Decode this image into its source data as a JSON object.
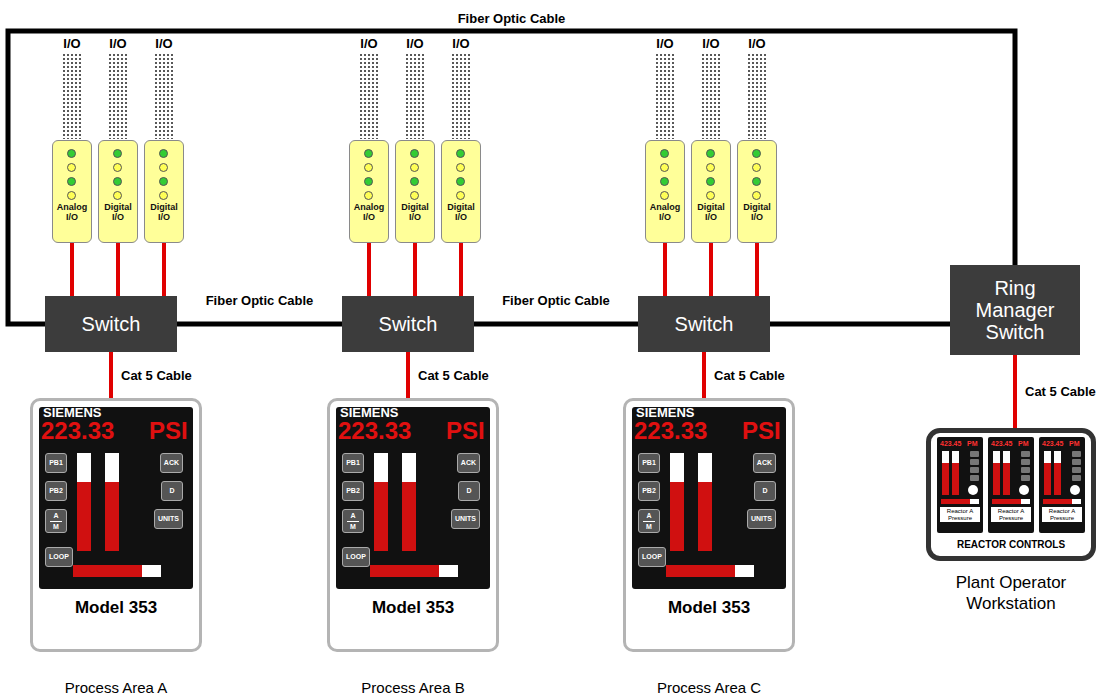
{
  "diagram": {
    "nodes": [
      {
        "text": [
          "Switch"
        ]
      },
      {
        "text": [
          "Analog I/O"
        ]
      },
      {
        "text": [
          "Digital I/O"
        ]
      },
      {
        "text": [
          "Digital I/O"
        ]
      },
      {
        "text": [
          "SIEMENS",
          "223.33",
          "PSI",
          "Model 353"
        ]
      },
      {
        "text": [
          "PB1"
        ],
        "in": 4
      },
      {
        "text": [
          "PB2"
        ],
        "in": 4
      },
      {
        "text": [
          "A",
          "M"
        ],
        "in": 4
      },
      {
        "text": [
          "LOOP"
        ],
        "in": 4
      },
      {
        "text": [
          "ACK"
        ],
        "in": 4
      },
      {
        "text": [
          "D"
        ],
        "in": 4
      },
      {
        "text": [
          "UNITS"
        ],
        "in": 4
      },
      {
        "text": [
          "Switch"
        ]
      },
      {
        "text": [
          "Analog I/O"
        ]
      },
      {
        "text": [
          "Digital I/O"
        ]
      },
      {
        "text": [
          "Digital I/O"
        ]
      },
      {
        "text": [
          "SIEMENS",
          "223.33",
          "PSI",
          "Model 353"
        ]
      },
      {
        "text": [
          "PB1"
        ],
        "in": 16
      },
      {
        "text": [
          "PB2"
        ],
        "in": 16
      },
      {
        "text": [
          "A",
          "M"
        ],
        "in": 16
      },
      {
        "text": [
          "LOOP"
        ],
        "in": 16
      },
      {
        "text": [
          "ACK"
        ],
        "in": 16
      },
      {
        "text": [
          "D"
        ],
        "in": 16
      },
      {
        "text": [
          "UNITS"
        ],
        "in": 16
      },
      {
        "text": [
          "Switch"
        ]
      },
      {
        "text": [
          "Analog I/O"
        ]
      },
      {
        "text": [
          "Digital I/O"
        ]
      },
      {
        "text": [
          "Digital I/O"
        ]
      },
      {
        "text": [
          "SIEMENS",
          "223.33",
          "PSI",
          "Model 353"
        ]
      },
      {
        "text": [
          "PB1"
        ],
        "in": 28
      },
      {
        "text": [
          "PB2"
        ],
        "in": 28
      },
      {
        "text": [
          "A",
          "M"
        ],
        "in": 28
      },
      {
        "text": [
          "LOOP"
        ],
        "in": 28
      },
      {
        "text": [
          "ACK"
        ],
        "in": 28
      },
      {
        "text": [
          "D"
        ],
        "in": 28
      },
      {
        "text": [
          "UNITS"
        ],
        "in": 28
      },
      {
        "text": [
          "Ring Manager Switch"
        ]
      },
      {
        "text": [
          "REACTOR CONTROLS",
          "Plant Operator Workstation"
        ]
      },
      {
        "text": [
          "423.45",
          "PM",
          "Reactor A Pressure"
        ],
        "in": 37
      },
      {
        "text": [
          "423.45",
          "PM",
          "Reactor A Pressure"
        ],
        "in": 37
      },
      {
        "text": [
          "423.45",
          "PM",
          "Reactor A Pressure"
        ],
        "in": 37
      }
    ],
    "edges": [
      {
        "from": 1,
        "to": 0,
        "arrow": "none"
      },
      {
        "from": 2,
        "to": 0,
        "arrow": "none"
      },
      {
        "from": 3,
        "to": 0,
        "arrow": "none"
      },
      {
        "from": 0,
        "to": 4,
        "label": "Cat 5 Cable",
        "arrow": "none"
      },
      {
        "from": 13,
        "to": 12,
        "arrow": "none"
      },
      {
        "from": 14,
        "to": 12,
        "arrow": "none"
      },
      {
        "from": 15,
        "to": 12,
        "arrow": "none"
      },
      {
        "from": 12,
        "to": 16,
        "label": "Cat 5 Cable",
        "arrow": "none"
      },
      {
        "from": 25,
        "to": 24,
        "arrow": "none"
      },
      {
        "from": 26,
        "to": 24,
        "arrow": "none"
      },
      {
        "from": 27,
        "to": 24,
        "arrow": "none"
      },
      {
        "from": 24,
        "to": 28,
        "label": "Cat 5 Cable",
        "arrow": "none"
      },
      {
        "from": 0,
        "to": 12,
        "label": "Fiber Optic Cable",
        "arrow": "none"
      },
      {
        "from": 12,
        "to": 24,
        "label": "Fiber Optic Cable",
        "arrow": "none"
      },
      {
        "from": 24,
        "to": 36,
        "arrow": "none"
      },
      {
        "from": 0,
        "to": 36,
        "label": "Fiber Optic Cable",
        "arrow": "none"
      },
      {
        "from": 36,
        "to": 37,
        "label": "Cat 5 Cable",
        "arrow": "none"
      }
    ],
    "labels": [
      "I/O",
      "I/O",
      "I/O",
      "I/O",
      "I/O",
      "I/O",
      "I/O",
      "I/O",
      "I/O",
      "Process Area A",
      "Process Area B",
      "Process Area C"
    ]
  }
}
